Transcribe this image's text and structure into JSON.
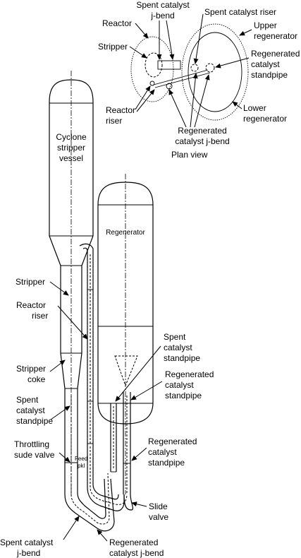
{
  "plan": {
    "title": "Plan view",
    "spent_jbend": [
      "Spent catalyst",
      "j-bend"
    ],
    "spent_riser": "Spent catalyst riser",
    "reactor": "Reactor",
    "upper_regen": [
      "Upper",
      "regenerator"
    ],
    "stripper": "Stripper",
    "regen_standpipe": [
      "Regenerated",
      "catalyst",
      "standpipe"
    ],
    "reactor_riser": [
      "Reactor",
      "riser"
    ],
    "lower_regen": [
      "Lower",
      "regenerator"
    ],
    "regen_jbend": [
      "Regenerated",
      "catalyst j-bend"
    ]
  },
  "elevation": {
    "vessel": [
      "Cyclone",
      "stripper",
      "vessel"
    ],
    "regenerator": "Regenerator",
    "stripper": "Stripper",
    "reactor_riser": [
      "Reactor",
      "riser"
    ],
    "spent_standpipe_right": [
      "Spent",
      "catalyst",
      "standpipe"
    ],
    "regen_standpipe_right": [
      "Regenerated",
      "catalyst",
      "standpipe"
    ],
    "stripper_coke": [
      "Stripper",
      "coke"
    ],
    "spent_standpipe_left": [
      "Spent",
      "catalyst",
      "standpipe"
    ],
    "throttling_valve": [
      "Throttling",
      "sude valve"
    ],
    "regen_standpipe_lower": [
      "Regenerated",
      "catalyst",
      "standpipe"
    ],
    "feed": [
      "Feed",
      "pkl"
    ],
    "slide_valve": [
      "Slide",
      "valve"
    ],
    "spent_jbend": [
      "Spent catalyst",
      "j-bend"
    ],
    "regen_jbend": [
      "Regenerated",
      "catalyst j-bend"
    ]
  }
}
